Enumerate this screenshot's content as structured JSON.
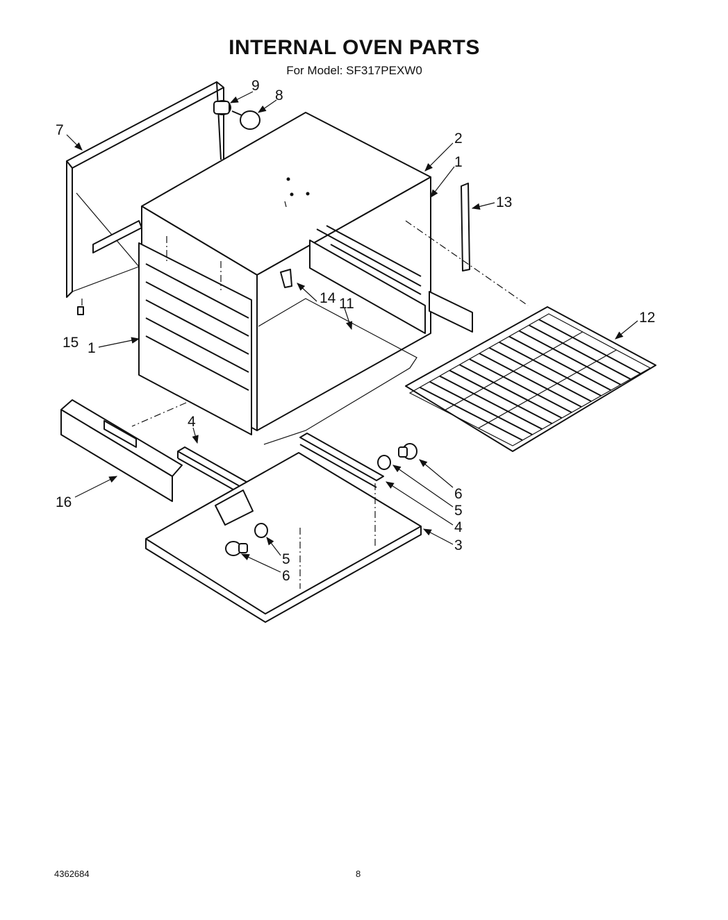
{
  "header": {
    "title": "INTERNAL OVEN PARTS",
    "subtitle": "For Model: SF317PEXW0"
  },
  "footer": {
    "doc_number": "4362684",
    "page_number": "8"
  },
  "callouts": [
    "1",
    "1",
    "2",
    "3",
    "4",
    "4",
    "5",
    "5",
    "6",
    "6",
    "7",
    "8",
    "9",
    "11",
    "12",
    "13",
    "14",
    "15",
    "16"
  ]
}
